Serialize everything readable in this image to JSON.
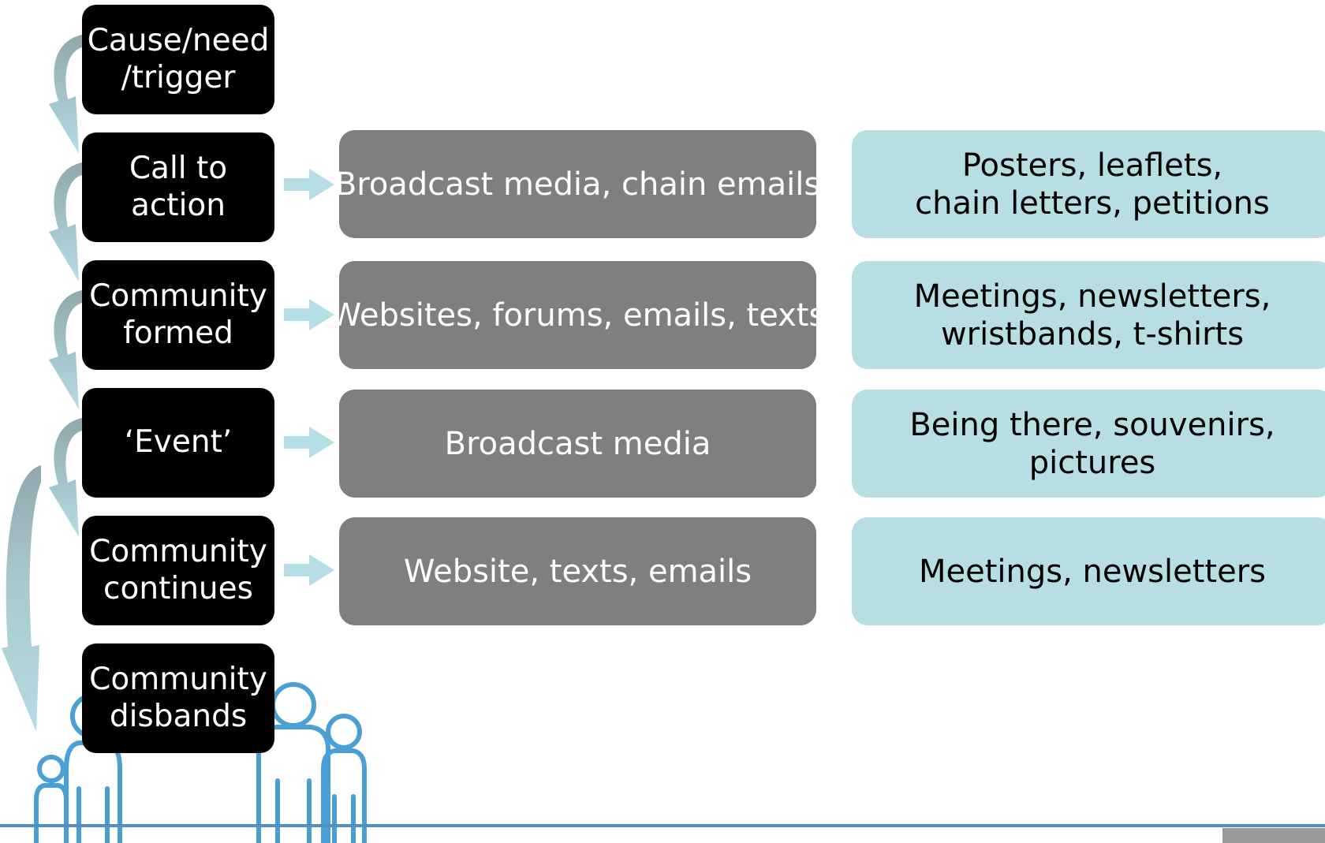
{
  "stages": [
    {
      "id": "cause",
      "label": "Cause/need\n/trigger"
    },
    {
      "id": "call",
      "label": "Call to\naction"
    },
    {
      "id": "formed",
      "label": "Community\nformed"
    },
    {
      "id": "event",
      "label": "‘Event’"
    },
    {
      "id": "continues",
      "label": "Community\ncontinues"
    },
    {
      "id": "disbands",
      "label": "Community\ndisbands"
    }
  ],
  "digital_channels": [
    "Broadcast media, chain emails",
    "Websites, forums, emails, texts",
    "Broadcast media",
    "Website, texts, emails"
  ],
  "physical_channels": [
    "Posters, leaflets,\nchain letters, petitions",
    "Meetings, newsletters,\n wristbands, t-shirts",
    "Being there, souvenirs,\npictures",
    "Meetings, newsletters"
  ],
  "icons": {
    "figures": "family-figures-icon",
    "flow_arrows": "curved-arrow-icon",
    "link_arrows": "right-arrow-icon"
  },
  "colors": {
    "stage_bg": "#000000",
    "digital_bg": "#7f7f7f",
    "physical_bg": "#b7dfe3",
    "arrow": "#b4dde4",
    "figure_stroke": "#4a9fd4",
    "footer_line": "#4f8fc6"
  }
}
